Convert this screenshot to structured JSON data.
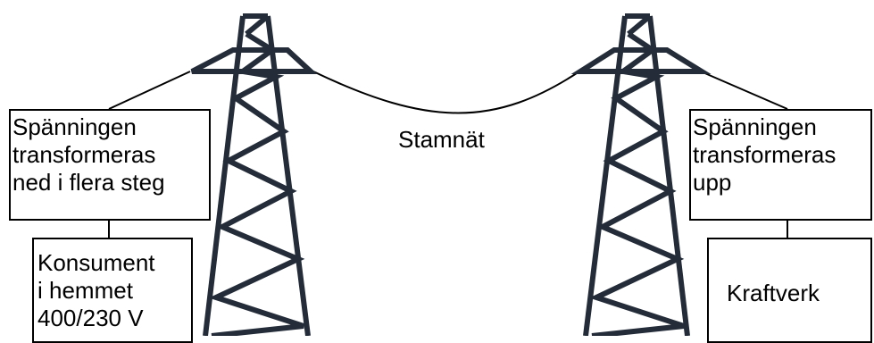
{
  "diagram": {
    "grid_label": "Stamnät",
    "left_transform_lines": [
      "Spänningen",
      "transformeras",
      "ned i flera steg"
    ],
    "consumer_lines": [
      "Konsument",
      "i hemmet",
      "400/230 V"
    ],
    "right_transform_lines": [
      "Spänningen",
      "transformeras",
      "upp"
    ],
    "power_plant_label": "Kraftverk",
    "colors": {
      "line": "#000000",
      "tower": "#232c38",
      "background": "#ffffff"
    }
  }
}
